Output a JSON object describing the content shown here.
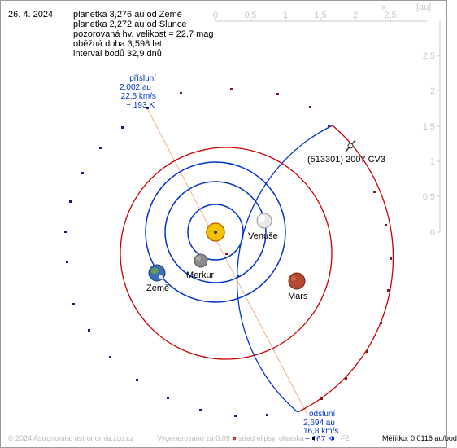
{
  "date": "26. 4. 2024",
  "info": [
    "planetka 3,276 au od Země",
    "planetka 2,272 au od Slunce",
    "pozorovaná hv. velikost = 22,7 mag",
    "oběžná doba 3,598 let",
    "interval bodů 32,9 dnů"
  ],
  "axes": {
    "x_ticks": [
      "0",
      "0,5",
      "1",
      "1,5",
      "2",
      "2,5"
    ],
    "x_label": "x",
    "y_ticks": [
      "2,5",
      "2",
      "1,5",
      "1",
      "0,5",
      "0"
    ],
    "unit": "[au]"
  },
  "asteroid_label": "(513301) 2007 CV3",
  "perihelion": [
    "přísluní",
    "2,002 au",
    "22,5 km/s",
    "~ 193 K"
  ],
  "aphelion": [
    "odsluní",
    "2,694 au",
    "16,8 km/s",
    "~ 167 K"
  ],
  "planets": {
    "venus": "Venuše",
    "earth": "Země",
    "mercury": "Merkur",
    "mars": "Mars"
  },
  "footer": {
    "copyright": "© 2024 Astronomia, astronomia.zcu.cz",
    "generated": "Vygenerováno za 0,09 s",
    "legend": "střed elipsy, ohniska",
    "focus_label": "F2",
    "scale": "Měřítko: 0,0116 au/bod"
  },
  "colors": {
    "orbit_inner": "#0033cc",
    "orbit_outer": "#cc0000",
    "apsis_line": "#f0b090",
    "label_blue": "#0033cc",
    "sun": "#f2c200",
    "mars": "#b5482f"
  }
}
